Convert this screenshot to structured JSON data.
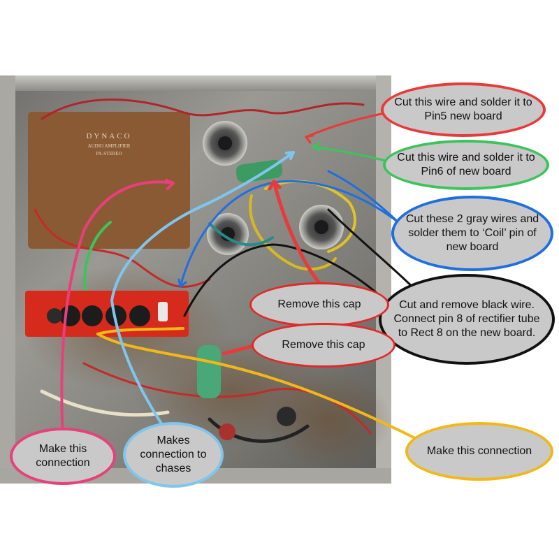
{
  "image": {
    "subject": "Underside of a DYNACO tube amplifier chassis with a red replacement board",
    "chassis_print_text": [
      "DYNACO",
      "AUDIO AMPLIFIER",
      "PA-STEREO"
    ]
  },
  "callouts": {
    "red_wire": "Cut this wire and solder it to Pin5 new board",
    "green_wire": "Cut this wire and solder it to Pin6 of new board",
    "gray_wires": "Cut these 2 gray wires and solder them to ‘Coil’ pin of new board",
    "black_wire": "Cut and remove black wire. Connect pin 8 of rectifier tube to Rect 8 on the new board.",
    "remove_cap_1": "Remove this cap",
    "remove_cap_2": "Remove this cap",
    "yellow_connection": "Make this connection",
    "pink_connection": "Make this connection",
    "chassis_connection": "Makes connection to chases"
  },
  "colors": {
    "red": "#e83a3a",
    "green": "#3cc45c",
    "blue": "#1f6fe0",
    "black": "#111111",
    "yellow": "#f2b817",
    "pink": "#e8407a",
    "light_blue": "#7fc6ee",
    "callout_fill": "#c9c9c9",
    "chassis_metal": "#8a8a86",
    "pcb_red": "#d62a1c",
    "terminal_board": "#8a5a35"
  }
}
